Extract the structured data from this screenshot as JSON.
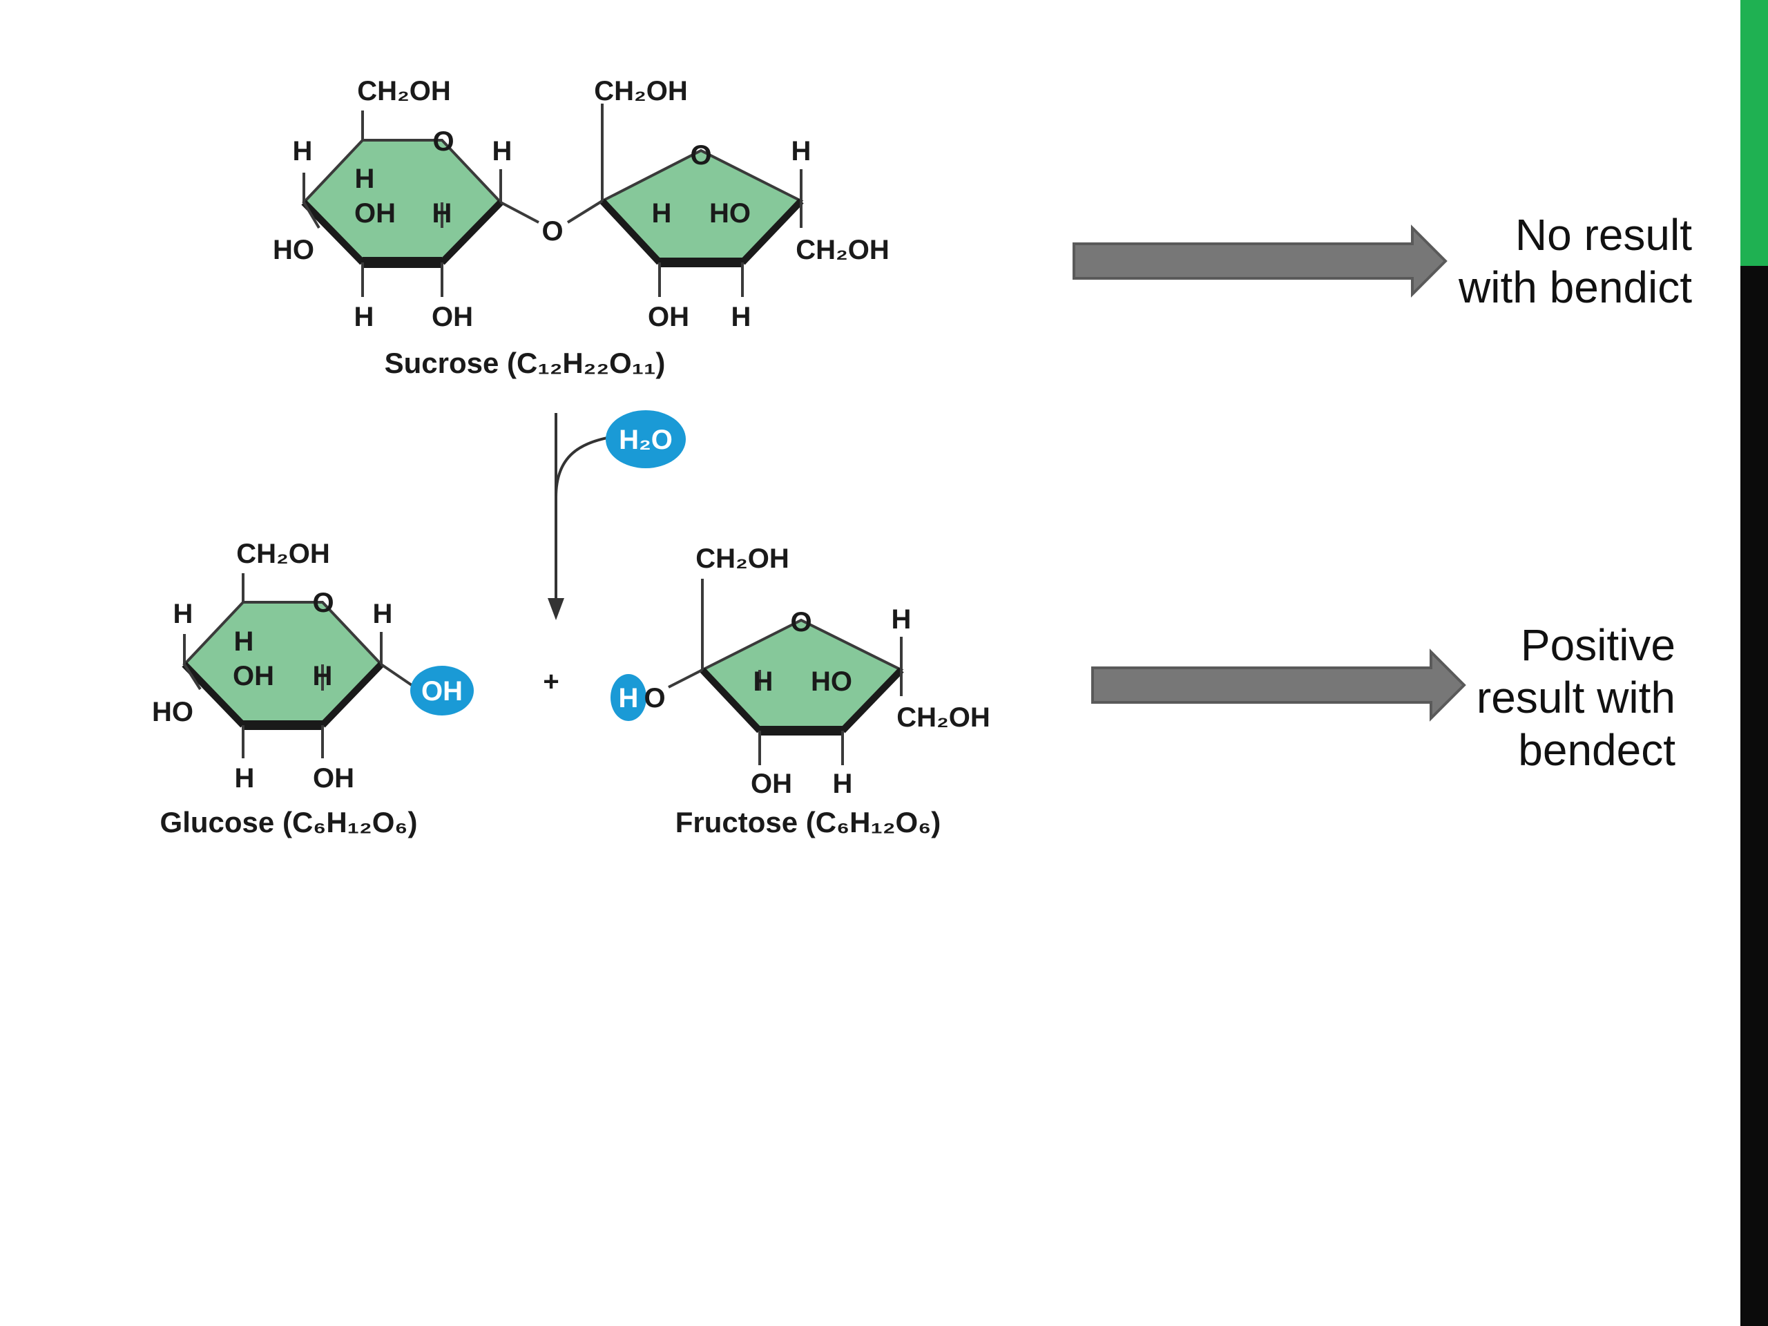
{
  "colors": {
    "ring_fill": "#86c89a",
    "ring_stroke": "#3a3a3a",
    "highlight": "#1a9ad6",
    "arrow_gray": "#777777",
    "sidebar_green": "#1fb152",
    "sidebar_black": "#0b0b0b"
  },
  "sucrose": {
    "atoms": {
      "ch2oh_left": "CH₂OH",
      "ch2oh_right": "CH₂OH",
      "ring_o_left": "O",
      "ring_o_right": "O",
      "bridge_o": "O",
      "h_left_outer": "H",
      "h_left_inner": "H",
      "oh_left_inner": "OH",
      "h_left_mid": "H",
      "h_c1": "H",
      "ho_left": "HO",
      "h_bottom_left": "H",
      "oh_bottom_left": "OH",
      "h_right_inner": "H",
      "ho_right_inner": "HO",
      "h_right_top": "H",
      "ch2oh_right_side": "CH₂OH",
      "oh_bottom_right": "OH",
      "h_bottom_right": "H"
    },
    "caption": {
      "name": "Sucrose",
      "formula": "(C₁₂H₂₂O₁₁)"
    }
  },
  "reaction": {
    "water": "H₂O",
    "plus": "+"
  },
  "glucose": {
    "atoms": {
      "ch2oh": "CH₂OH",
      "ring_o": "O",
      "h_outer": "H",
      "h_inner": "H",
      "oh_inner": "OH",
      "h_mid": "H",
      "h_c1": "H",
      "oh_c1": "OH",
      "ho_left": "HO",
      "h_bottom": "H",
      "oh_bottom": "OH"
    },
    "caption": {
      "name": "Glucose",
      "formula": "(C₆H₁₂O₆)"
    }
  },
  "fructose": {
    "atoms": {
      "ch2oh_top": "CH₂OH",
      "ring_o": "O",
      "h_top_right": "H",
      "h_hl": "H",
      "o_hl": "O",
      "h_inner": "H",
      "ho_inner": "HO",
      "ch2oh_side": "CH₂OH",
      "oh_bottom": "OH",
      "h_bottom": "H"
    },
    "caption": {
      "name": "Fructose",
      "formula": "(C₆H₁₂O₆)"
    }
  },
  "notes": {
    "sucrose": [
      "No result",
      "with bendict"
    ],
    "products": [
      "Positive",
      "result with",
      "bendect"
    ]
  }
}
